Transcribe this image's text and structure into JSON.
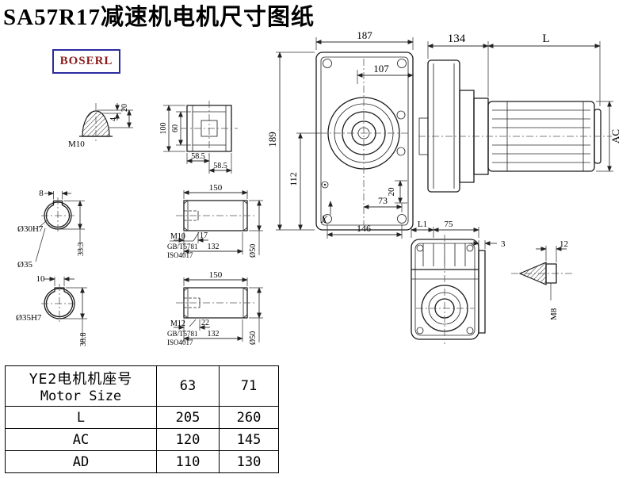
{
  "title": "SA57R17减速机电机尺寸图纸",
  "logo": {
    "text": "BOSERL",
    "border_color": "#2b2ba0",
    "text_color": "#8b1a1a"
  },
  "dims": {
    "d187": "187",
    "d107": "107",
    "d189": "189",
    "d112": "112",
    "d20": "20",
    "d73": "73",
    "d146": "146",
    "dX": "X",
    "d134": "134",
    "dL": "L",
    "dAC": "AC",
    "m10_plug": "M10",
    "plug20": "20",
    "plug4": "4",
    "f100": "100",
    "f60": "60",
    "f585a": "58.5",
    "f585b": "58.5",
    "k8": "8",
    "b30": "Ø30H7",
    "h333": "33.3",
    "b35": "Ø35",
    "k10": "10",
    "b35h7": "Ø35H7",
    "h388": "38.8",
    "s1len": "150",
    "s1thread": "M10",
    "s1gb": "GB/T5781",
    "s1iso": "ISO4017",
    "s1d17": "17",
    "s1d132": "132",
    "s1d50": "Ø50",
    "s2len": "150",
    "s2thread": "M12",
    "s2gb": "GB/T5781",
    "s2iso": "ISO4017",
    "s2d22": "22",
    "s2d132": "132",
    "s2d50": "Ø50",
    "dL1": "L1",
    "d75": "75",
    "d3": "3",
    "d12": "12",
    "m8": "M8"
  },
  "table": {
    "header": {
      "cn": "YE2电机机座号",
      "en": "Motor Size"
    },
    "size_cols": [
      "63",
      "71"
    ],
    "rows": [
      {
        "label": "L",
        "v1": "205",
        "v2": "260"
      },
      {
        "label": "AC",
        "v1": "120",
        "v2": "145"
      },
      {
        "label": "AD",
        "v1": "110",
        "v2": "130"
      }
    ]
  }
}
